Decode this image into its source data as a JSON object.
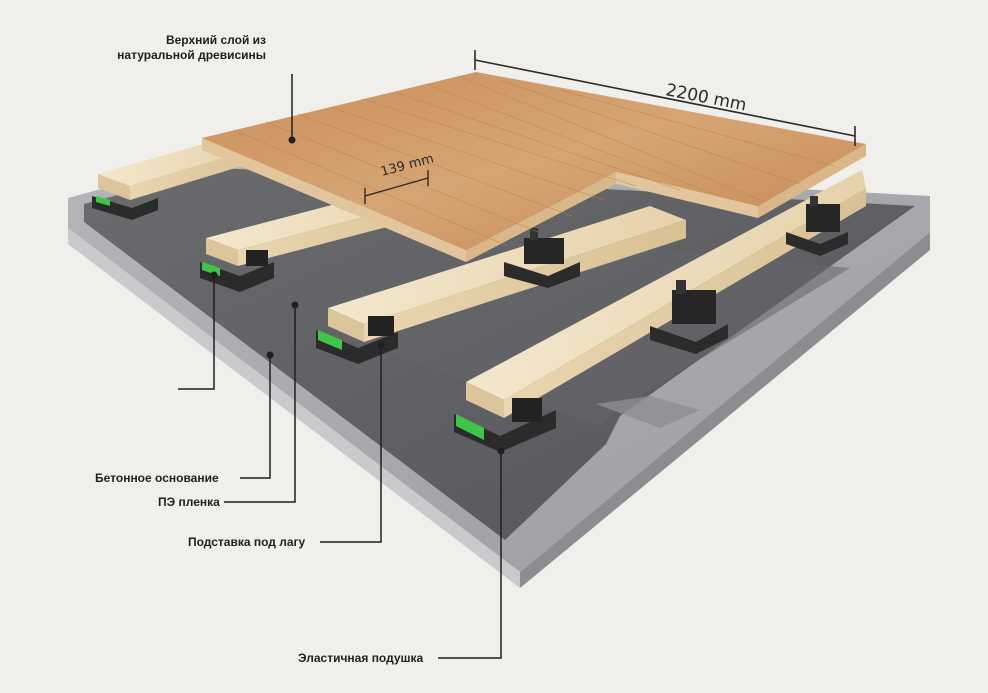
{
  "labels": {
    "top_layer_line1": "Верхний слой из",
    "top_layer_line2": "натуральной древисины",
    "concrete": "Бетонное основание",
    "pe_film": "ПЭ пленка",
    "joist_support": "Подставка под лагу",
    "elastic_pad": "Эластичная подушка"
  },
  "dimensions": {
    "length": "2200 mm",
    "width": "139 mm"
  },
  "colors": {
    "background": "#f1efeb",
    "concrete_top": "#a9abae",
    "concrete_side": "#8d8f93",
    "film": "#5e5f62",
    "joist": "#ecdcbc",
    "parquet": "#d3a06d",
    "pad_green": "#3fc64a",
    "pedestal": "#2b2b2b",
    "leader": "#1f1f1f"
  }
}
